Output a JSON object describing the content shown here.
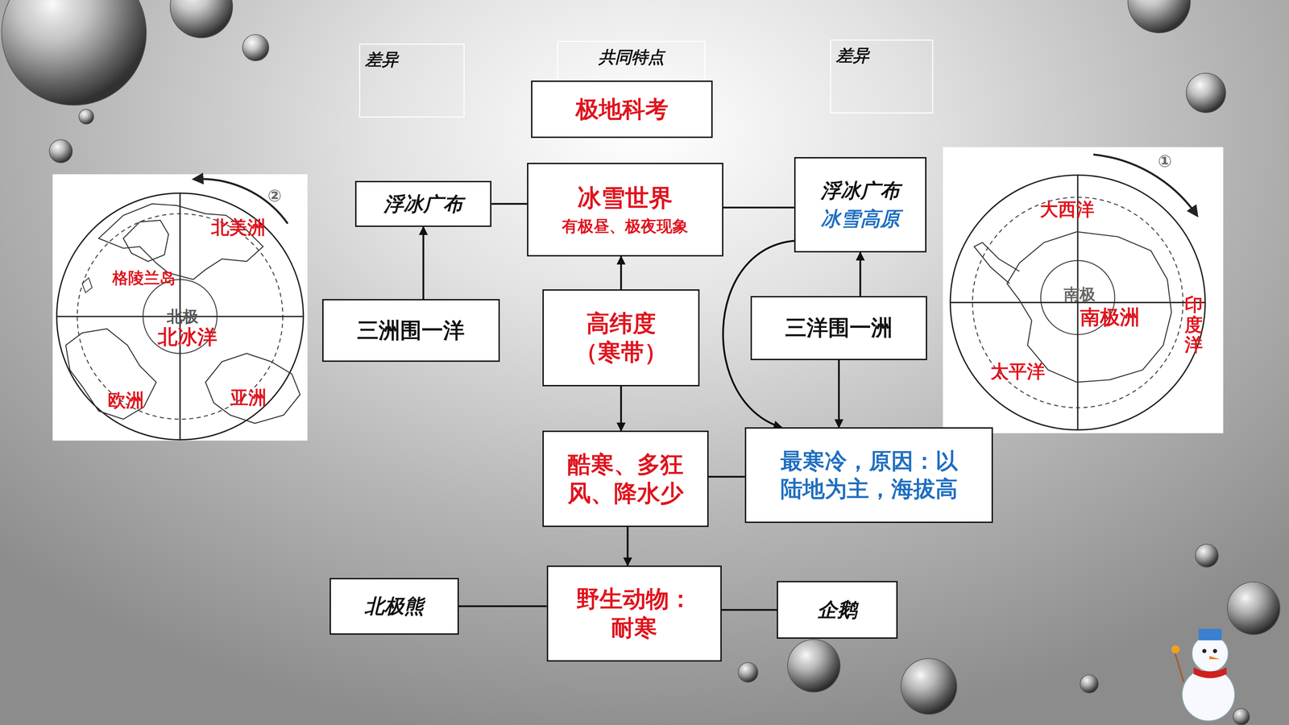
{
  "diagram": {
    "nodes": [
      {
        "text": [
          "差异"
        ]
      },
      {
        "text": [
          "共同特点"
        ]
      },
      {
        "text": [
          "差异"
        ]
      },
      {
        "text": [
          "极地科考"
        ]
      },
      {
        "text": [
          "浮冰广布"
        ]
      },
      {
        "text": [
          "冰雪世界",
          "有极昼、极夜现象"
        ]
      },
      {
        "text": [
          "浮冰广布",
          "冰雪高原"
        ]
      },
      {
        "text": [
          "三洲围一洋"
        ]
      },
      {
        "text": [
          "高纬度（寒带）"
        ]
      },
      {
        "text": [
          "三洋围一洲"
        ]
      },
      {
        "text": [
          "酷寒、多狂风、降水少"
        ]
      },
      {
        "text": [
          "最寒冷，原因：以陆地为主，海拔高"
        ]
      },
      {
        "text": [
          "北极熊"
        ]
      },
      {
        "text": [
          "野生动物：耐寒"
        ]
      },
      {
        "text": [
          "企鹅"
        ]
      }
    ],
    "edges": [
      {
        "from": 7,
        "to": 4,
        "arrow": "to"
      },
      {
        "from": 4,
        "to": 5,
        "arrow": "none"
      },
      {
        "from": 5,
        "to": 6,
        "arrow": "none"
      },
      {
        "from": 8,
        "to": 5,
        "arrow": "to"
      },
      {
        "from": 9,
        "to": 6,
        "arrow": "to"
      },
      {
        "from": 9,
        "to": 11,
        "arrow": "to"
      },
      {
        "from": 6,
        "to": 11,
        "arrow": "to"
      },
      {
        "from": 8,
        "to": 10,
        "arrow": "to"
      },
      {
        "from": 10,
        "to": 11,
        "arrow": "none"
      },
      {
        "from": 10,
        "to": 13,
        "arrow": "to"
      },
      {
        "from": 13,
        "to": 12,
        "arrow": "none"
      },
      {
        "from": 13,
        "to": 14,
        "arrow": "none"
      }
    ],
    "labels": [
      "北美洲",
      "格陵兰岛",
      "北极",
      "北冰洋",
      "欧洲",
      "亚洲",
      "②",
      "大西洋",
      "南极",
      "南极洲",
      "印度洋",
      "太平洋",
      "①"
    ]
  }
}
